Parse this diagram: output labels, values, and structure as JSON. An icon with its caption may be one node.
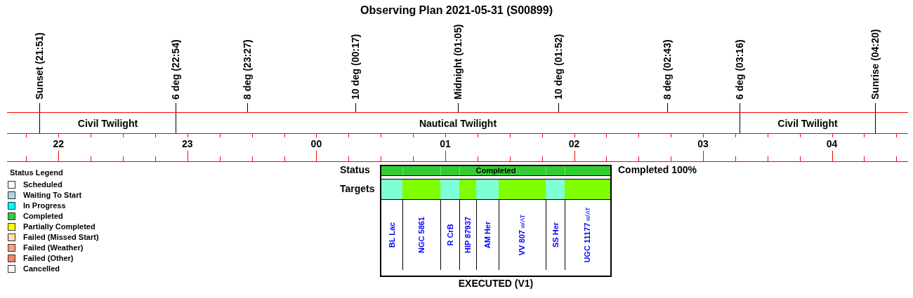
{
  "diagram": {
    "title": "Observing Plan 2021-05-31 (S00899)",
    "nodes": [
      {
        "text": [
          "Civil Twilight"
        ]
      },
      {
        "text": [
          "Nautical Twilight"
        ]
      },
      {
        "text": [
          "Civil Twilight"
        ]
      },
      {
        "text": [
          "EXECUTED (V1)"
        ]
      },
      {
        "text": [
          "Completed"
        ],
        "in": 3,
        "beside": [
          "Completed 100%"
        ]
      },
      {
        "text": [
          "BL Lac"
        ],
        "in": 3
      },
      {
        "text": [
          "NGC 5861"
        ],
        "in": 3
      },
      {
        "text": [
          "R CrB"
        ],
        "in": 3
      },
      {
        "text": [
          "HIP 87937"
        ],
        "in": 3
      },
      {
        "text": [
          "AM Her"
        ],
        "in": 3
      },
      {
        "text": [
          "**VV 807** w/AT"
        ],
        "in": 3
      },
      {
        "text": [
          "SS Her"
        ],
        "in": 3
      },
      {
        "text": [
          "**UGC 11177** w/AT"
        ],
        "in": 3
      }
    ],
    "labels": [
      "Sunset (21:51)",
      "6 deg (22:54)",
      "8 deg (23:27)",
      "10 deg (00:17)",
      "Midnight (01:05)",
      "10 deg (01:52)",
      "8 deg (02:43)",
      "6 deg (03:16)",
      "Sunrise (04:20)",
      "22",
      "23",
      "00",
      "01",
      "02",
      "03",
      "04",
      "Status Legend",
      "Status",
      "Targets"
    ],
    "legend": [
      {
        "text": "Scheduled",
        "color": "#ffffff"
      },
      {
        "text": "Waiting To Start",
        "color": "#add8e6"
      },
      {
        "text": "In Progress",
        "color": "#00ffff"
      },
      {
        "text": "Completed",
        "color": "#32cd32"
      },
      {
        "text": "Partially Completed",
        "color": "#ffff00"
      },
      {
        "text": "Failed (Missed Start)",
        "color": "#ffdead"
      },
      {
        "text": "Failed (Weather)",
        "color": "#ffa07a"
      },
      {
        "text": "Failed (Other)",
        "color": "#fa8072"
      },
      {
        "text": "Cancelled",
        "color": "#f5f5f5"
      }
    ]
  }
}
